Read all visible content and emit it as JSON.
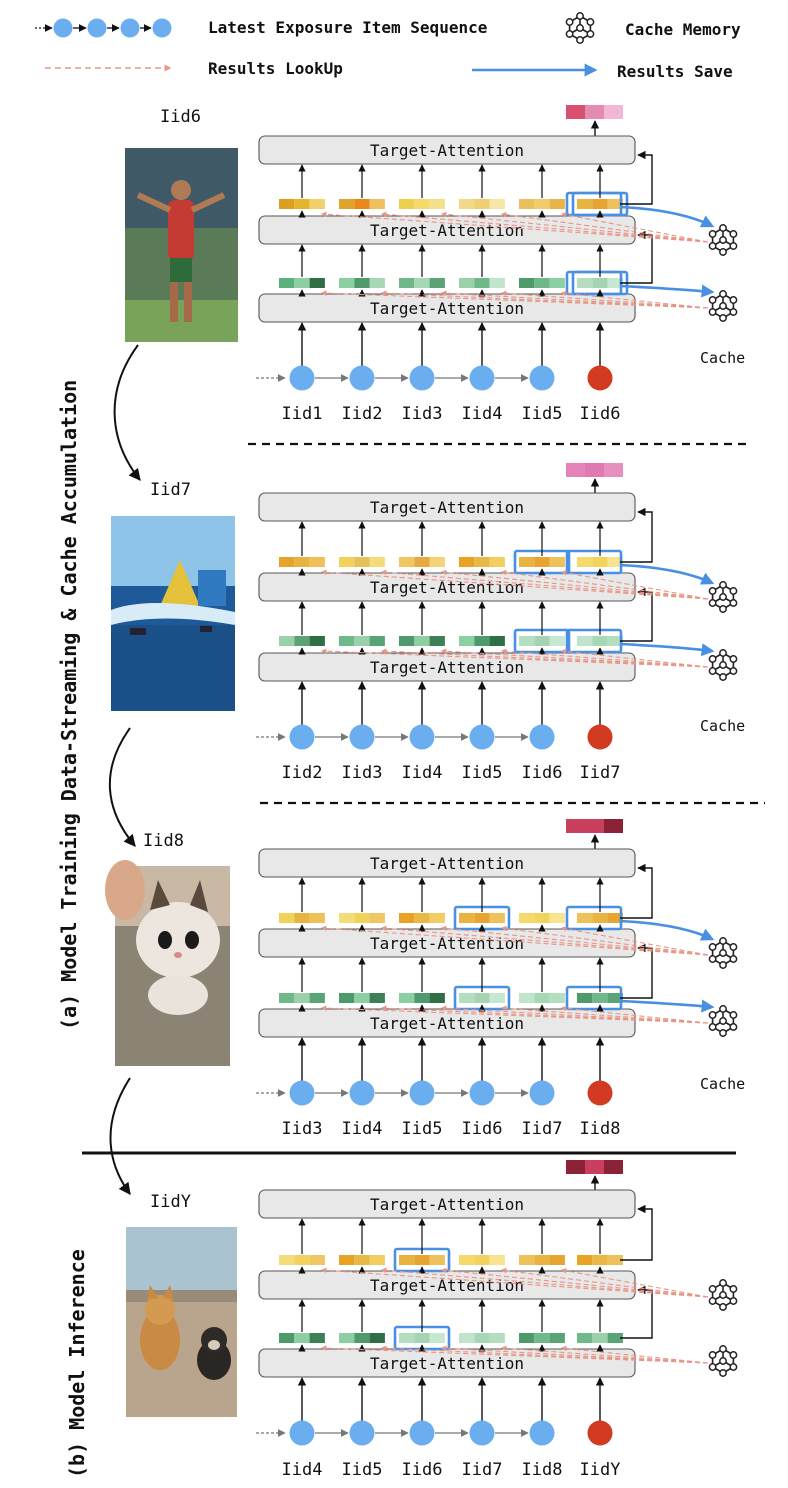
{
  "legend": {
    "sequence_label": "Latest Exposure Item Sequence",
    "cache_label": "Cache Memory",
    "lookup_label": "Results LookUp",
    "save_label": "Results Save"
  },
  "side_labels": {
    "training": "(a) Model Training Data-Streaming & Cache Accumulation",
    "inference": "(b) Model Inference"
  },
  "block_label": "Target-Attention",
  "cache_word": "Cache",
  "panels": [
    {
      "target": "Iid6",
      "image": "soccer-player-photo",
      "sequence": [
        "Iid1",
        "Iid2",
        "Iid3",
        "Iid4",
        "Iid5",
        "Iid6"
      ],
      "output_colors": [
        "#d94f6f",
        "#e28bb3",
        "#f0b8d4"
      ],
      "upper_colors": [
        [
          "#dba11c",
          "#e5b52a",
          "#f3d06e"
        ],
        [
          "#e0a42c",
          "#e8891a",
          "#f0c060"
        ],
        [
          "#efcf4f",
          "#f5d96a",
          "#f3e08a"
        ],
        [
          "#f2d98a",
          "#f0d070",
          "#f6e6a8"
        ],
        [
          "#ebc05a",
          "#f2cb6d",
          "#e9b34a"
        ],
        [
          "#e8b340",
          "#e6a530",
          "#eec15a"
        ]
      ],
      "lower_colors": [
        [
          "#5ab07e",
          "#8ccfa1",
          "#2f6e47"
        ],
        [
          "#8ccfa1",
          "#4f9a6c",
          "#a7d8b6"
        ],
        [
          "#6fb88a",
          "#a7d8b6",
          "#5aa377"
        ],
        [
          "#9ad1ab",
          "#6fb88a",
          "#c2e4cc"
        ],
        [
          "#4f9a6c",
          "#6fb88a",
          "#8ccfa1"
        ],
        [
          "#b5dec1",
          "#a4d4b3",
          "#c6e7d0"
        ]
      ],
      "highlight": [
        5
      ],
      "save_from": 5
    },
    {
      "target": "Iid7",
      "image": "water-park-photo",
      "sequence": [
        "Iid2",
        "Iid3",
        "Iid4",
        "Iid5",
        "Iid6",
        "Iid7"
      ],
      "output_colors": [
        "#e483b8",
        "#e079b2",
        "#e690c0"
      ],
      "upper_colors": [
        [
          "#e6a22a",
          "#e8b340",
          "#f0c058"
        ],
        [
          "#f2d25a",
          "#e6c05a",
          "#f5dc7a"
        ],
        [
          "#f0c563",
          "#e8aa40",
          "#f3d27a"
        ],
        [
          "#e8a325",
          "#e9b845",
          "#f1cd62"
        ],
        [
          "#e8b340",
          "#e6a530",
          "#eec15a"
        ],
        [
          "#f5d96a",
          "#f2d35d",
          "#f8e48e"
        ]
      ],
      "lower_colors": [
        [
          "#9ad1ab",
          "#5aa377",
          "#2f6e47"
        ],
        [
          "#6fb88a",
          "#9ad1ab",
          "#5aa377"
        ],
        [
          "#4f9a6c",
          "#8ccfa1",
          "#3d7f56"
        ],
        [
          "#8ccfa1",
          "#4f9a6c",
          "#2f6e47"
        ],
        [
          "#b5dec1",
          "#a4d4b3",
          "#c6e7d0"
        ],
        [
          "#c2e4cc",
          "#a7d8b6",
          "#b5dec1"
        ]
      ],
      "highlight": [
        4
      ],
      "save_from": 5
    },
    {
      "target": "Iid8",
      "image": "kitten-photo",
      "sequence": [
        "Iid3",
        "Iid4",
        "Iid5",
        "Iid6",
        "Iid7",
        "Iid8"
      ],
      "output_colors": [
        "#c9405e",
        "#c9405e",
        "#8c2235"
      ],
      "upper_colors": [
        [
          "#f2d25a",
          "#e8b340",
          "#f0c058"
        ],
        [
          "#f5dc7a",
          "#f2d25a",
          "#f0c563"
        ],
        [
          "#e8a325",
          "#e9b845",
          "#f1cd62"
        ],
        [
          "#e8b340",
          "#e6a530",
          "#eec15a"
        ],
        [
          "#f5d96a",
          "#f2d35d",
          "#f8e48e"
        ],
        [
          "#eec15a",
          "#e8b340",
          "#e6a530"
        ]
      ],
      "lower_colors": [
        [
          "#6fb88a",
          "#9ad1ab",
          "#5aa377"
        ],
        [
          "#4f9a6c",
          "#8ccfa1",
          "#3d7f56"
        ],
        [
          "#8ccfa1",
          "#4f9a6c",
          "#2f6e47"
        ],
        [
          "#b5dec1",
          "#a4d4b3",
          "#c6e7d0"
        ],
        [
          "#c2e4cc",
          "#a7d8b6",
          "#b5dec1"
        ],
        [
          "#4f9a6c",
          "#6fb88a",
          "#5aa377"
        ]
      ],
      "highlight": [
        3
      ],
      "save_from": 5
    },
    {
      "target": "IidY",
      "image": "dogs-on-beach-photo",
      "sequence": [
        "Iid4",
        "Iid5",
        "Iid6",
        "Iid7",
        "Iid8",
        "IidY"
      ],
      "output_colors": [
        "#8c2235",
        "#c9405e",
        "#8c2235"
      ],
      "upper_colors": [
        [
          "#f5dc7a",
          "#f2d25a",
          "#f0c563"
        ],
        [
          "#e8a325",
          "#e9b845",
          "#f1cd62"
        ],
        [
          "#e8b340",
          "#e6a530",
          "#eec15a"
        ],
        [
          "#f5d96a",
          "#f2d35d",
          "#f8e48e"
        ],
        [
          "#eec15a",
          "#e8b340",
          "#e6a530"
        ],
        [
          "#e8a325",
          "#e9b845",
          "#eec15a"
        ]
      ],
      "lower_colors": [
        [
          "#4f9a6c",
          "#8ccfa1",
          "#3d7f56"
        ],
        [
          "#8ccfa1",
          "#4f9a6c",
          "#2f6e47"
        ],
        [
          "#b5dec1",
          "#a4d4b3",
          "#c6e7d0"
        ],
        [
          "#c2e4cc",
          "#a7d8b6",
          "#b5dec1"
        ],
        [
          "#4f9a6c",
          "#6fb88a",
          "#5aa377"
        ],
        [
          "#6fb88a",
          "#9ad1ab",
          "#5aa377"
        ]
      ],
      "highlight": [
        2
      ],
      "save_from": -1
    }
  ],
  "colors": {
    "node_blue": "#6aaef0",
    "node_red": "#d23b22",
    "block_fill": "#e8e8e8",
    "lookup_arrow": "#e99585",
    "save_arrow": "#4a90e2",
    "highlight_box": "#4a90e2"
  }
}
